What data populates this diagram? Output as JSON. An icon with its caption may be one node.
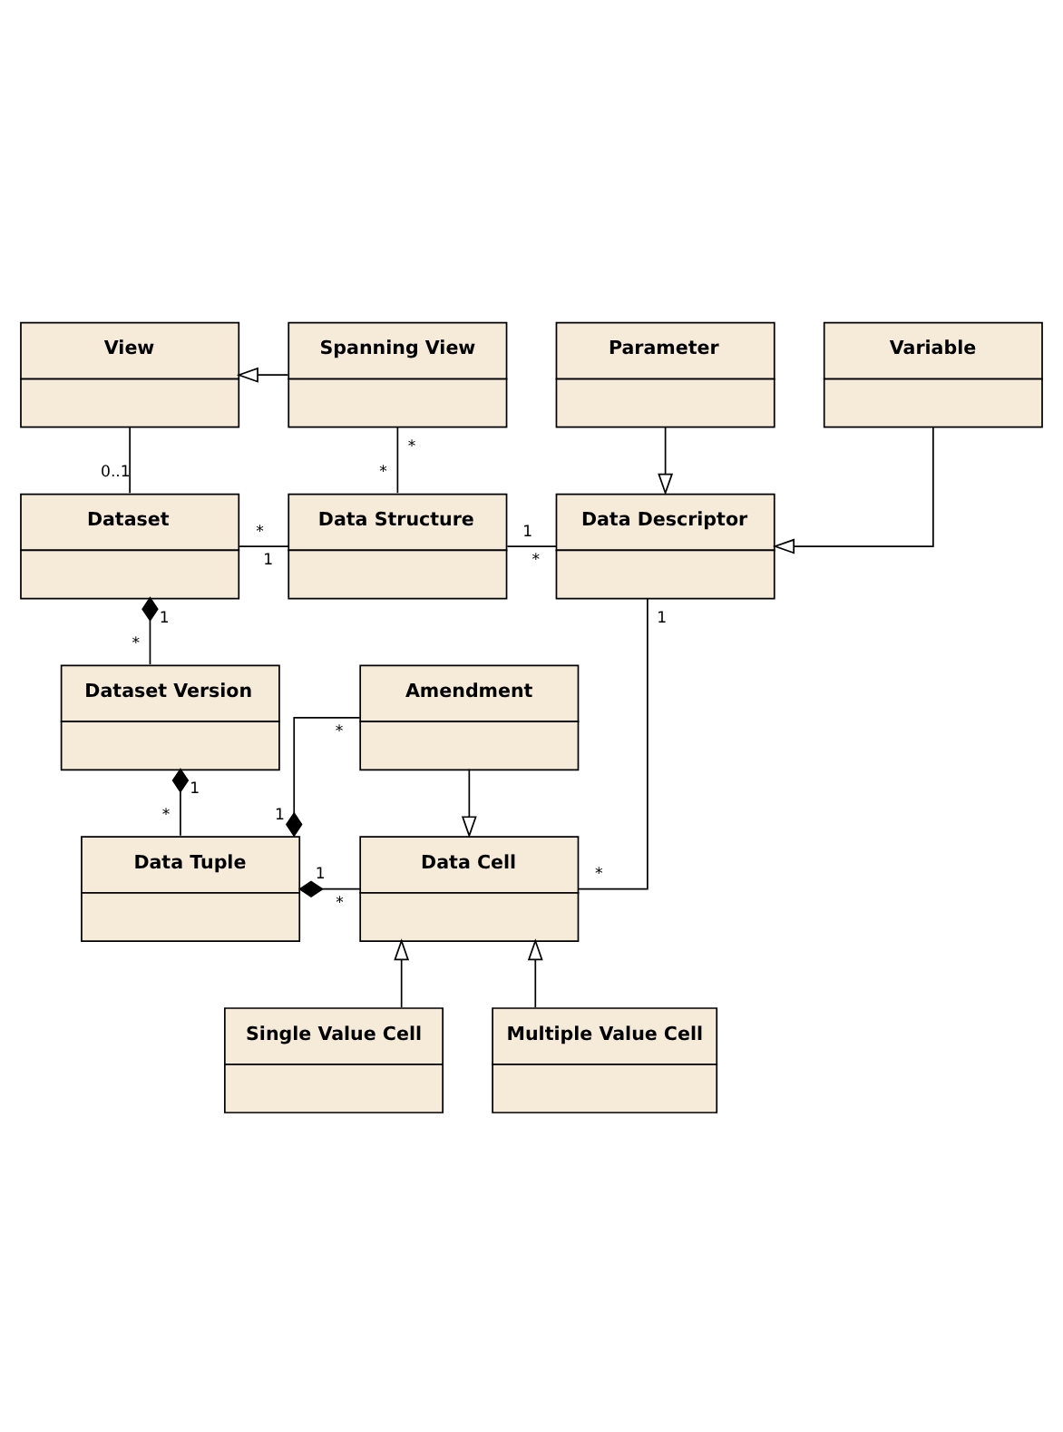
{
  "diagram": {
    "nodes": [
      {
        "text": [
          "View"
        ]
      },
      {
        "text": [
          "Spanning View"
        ]
      },
      {
        "text": [
          "Parameter"
        ]
      },
      {
        "text": [
          "Variable"
        ]
      },
      {
        "text": [
          "Dataset"
        ]
      },
      {
        "text": [
          "Data Structure"
        ]
      },
      {
        "text": [
          "Data Descriptor"
        ]
      },
      {
        "text": [
          "Dataset Version"
        ]
      },
      {
        "text": [
          "Amendment"
        ]
      },
      {
        "text": [
          "Data Tuple"
        ]
      },
      {
        "text": [
          "Data Cell"
        ]
      },
      {
        "text": [
          "Single Value Cell"
        ]
      },
      {
        "text": [
          "Multiple Value Cell"
        ]
      }
    ],
    "edges": [
      {
        "from": 1,
        "to": 0,
        "arrow": "to"
      },
      {
        "from": 2,
        "to": 6,
        "arrow": "to"
      },
      {
        "from": 3,
        "to": 6,
        "arrow": "to"
      },
      {
        "from": 0,
        "to": 4,
        "arrow": "none"
      },
      {
        "from": 1,
        "to": 5,
        "arrow": "none"
      },
      {
        "from": 4,
        "to": 5,
        "arrow": "none"
      },
      {
        "from": 5,
        "to": 6,
        "arrow": "none"
      },
      {
        "from": 4,
        "to": 7,
        "arrow": "other"
      },
      {
        "from": 6,
        "to": 10,
        "arrow": "none"
      },
      {
        "from": 7,
        "to": 9,
        "arrow": "other"
      },
      {
        "from": 9,
        "to": 8,
        "arrow": "other"
      },
      {
        "from": 8,
        "to": 10,
        "arrow": "to"
      },
      {
        "from": 9,
        "to": 10,
        "arrow": "other"
      },
      {
        "from": 11,
        "to": 10,
        "arrow": "to"
      },
      {
        "from": 12,
        "to": 10,
        "arrow": "to"
      }
    ],
    "labels": [
      "*",
      "0..1",
      "*",
      "*",
      "1",
      "1",
      "*",
      "1",
      "1",
      "*",
      "*",
      "1",
      "*",
      "*",
      "1",
      "1",
      "*"
    ]
  }
}
